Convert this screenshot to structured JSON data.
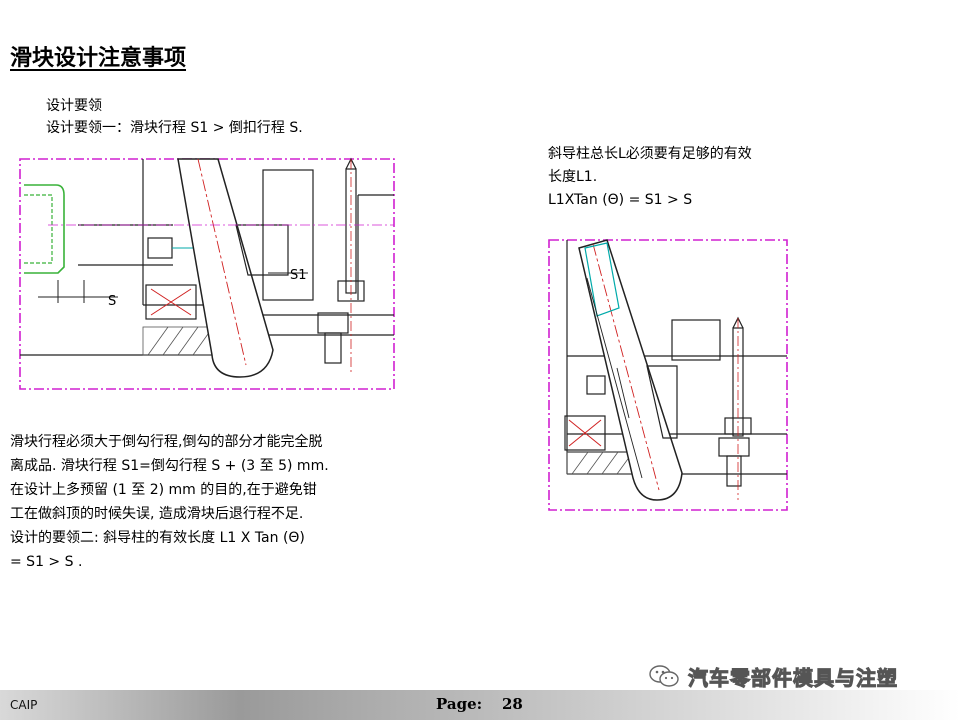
{
  "title": "滑块设计注意事项",
  "intro": {
    "line1": "设计要领",
    "line2": "设计要领一：滑块行程 S1 > 倒扣行程 S."
  },
  "right_note": {
    "line1": "斜导柱总长L必须要有足够的有效",
    "line2": "长度L1.",
    "line3": "L1XTan (Θ) = S1 > S"
  },
  "body": {
    "lines": [
      "滑块行程必须大于倒勾行程,倒勾的部分才能完全脱",
      "离成品. 滑块行程 S1=倒勾行程 S + (3 至 5) mm.",
      "在设计上多预留 (1 至 2) mm 的目的,在于避免钳",
      "工在做斜顶的时候失误, 造成滑块后退行程不足.",
      "设计的要领二: 斜导柱的有效长度 L1 X Tan (Θ)",
      "= S1 > S ."
    ]
  },
  "figure1": {
    "label_s": "S",
    "label_s1": "S1"
  },
  "footer": {
    "brand": "CAIP",
    "page_label": "Page:",
    "page_number": "28"
  },
  "watermark": {
    "text": "汽车零部件模具与注塑",
    "icon": "wechat-icon"
  }
}
